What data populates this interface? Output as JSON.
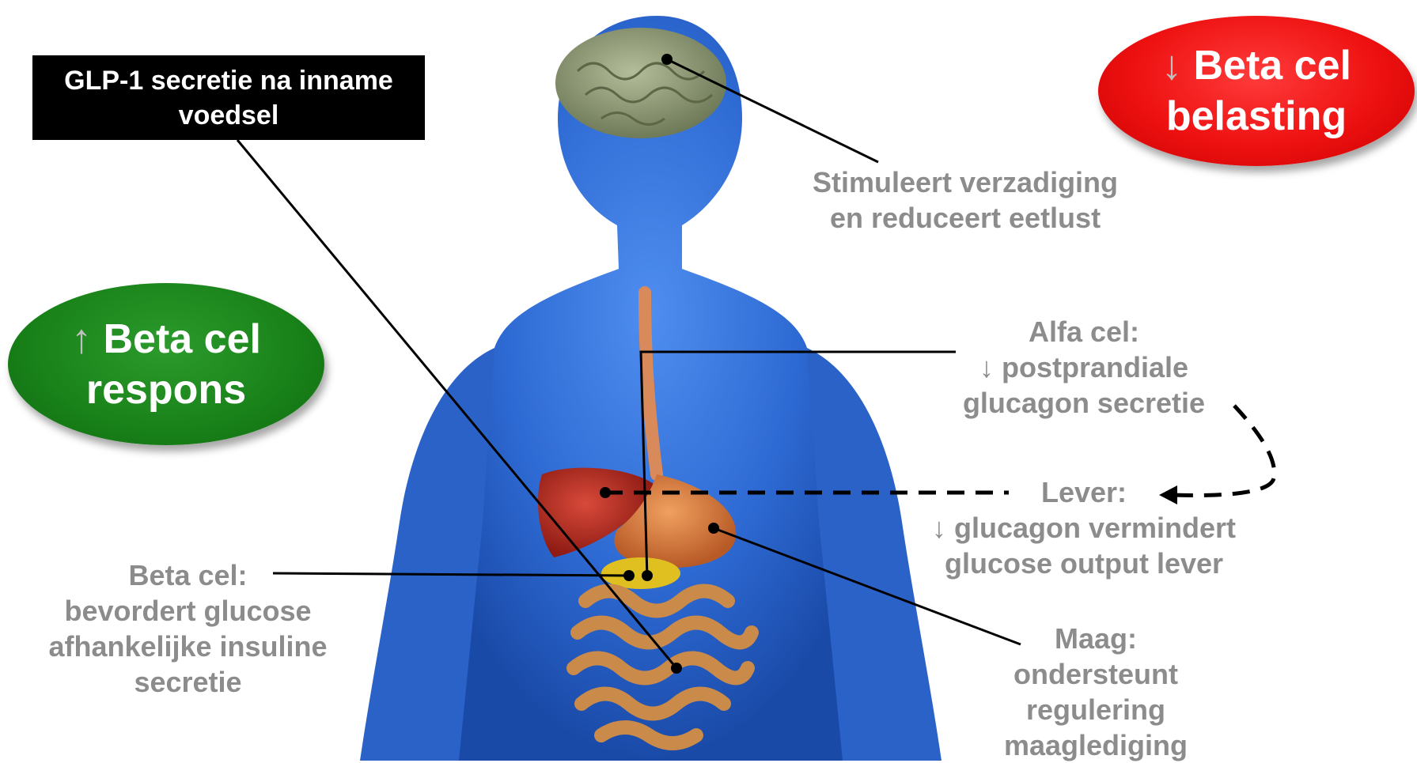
{
  "callout_box": {
    "text_line1": "GLP-1 secretie na inname",
    "text_line2": "voedsel"
  },
  "bubble_red": {
    "arrow": "↓",
    "line1": "Beta cel",
    "line2": "belasting",
    "color": "#ee1111"
  },
  "bubble_green": {
    "arrow": "↑",
    "line1": "Beta cel",
    "line2": "respons",
    "color": "#1a841a"
  },
  "labels": {
    "brain": {
      "line1": "Stimuleert verzadiging",
      "line2": "en reduceert eetlust"
    },
    "alpha": {
      "line1": "Alfa cel:",
      "line2": "↓ postprandiale",
      "line3": "glucagon secretie"
    },
    "liver": {
      "line1": "Lever:",
      "line2": "↓ glucagon vermindert",
      "line3": "glucose output lever"
    },
    "beta": {
      "line1": "Beta cel:",
      "line2": "bevordert glucose",
      "line3": "afhankelijke insuline",
      "line4": "secretie"
    },
    "stomach": {
      "line1": "Maag:",
      "line2": "ondersteunt",
      "line3": "regulering",
      "line4": "maaglediging"
    }
  },
  "colors": {
    "body": "#2f6fd6",
    "brain": "#8f9a78",
    "liver": "#b52a22",
    "stomach": "#d87a3e",
    "intestine": "#c98a4a",
    "pancreas": "#e0c020",
    "label_gray": "#8c8c8c"
  },
  "icons": {
    "arrow_down": "↓",
    "arrow_up": "↑"
  }
}
